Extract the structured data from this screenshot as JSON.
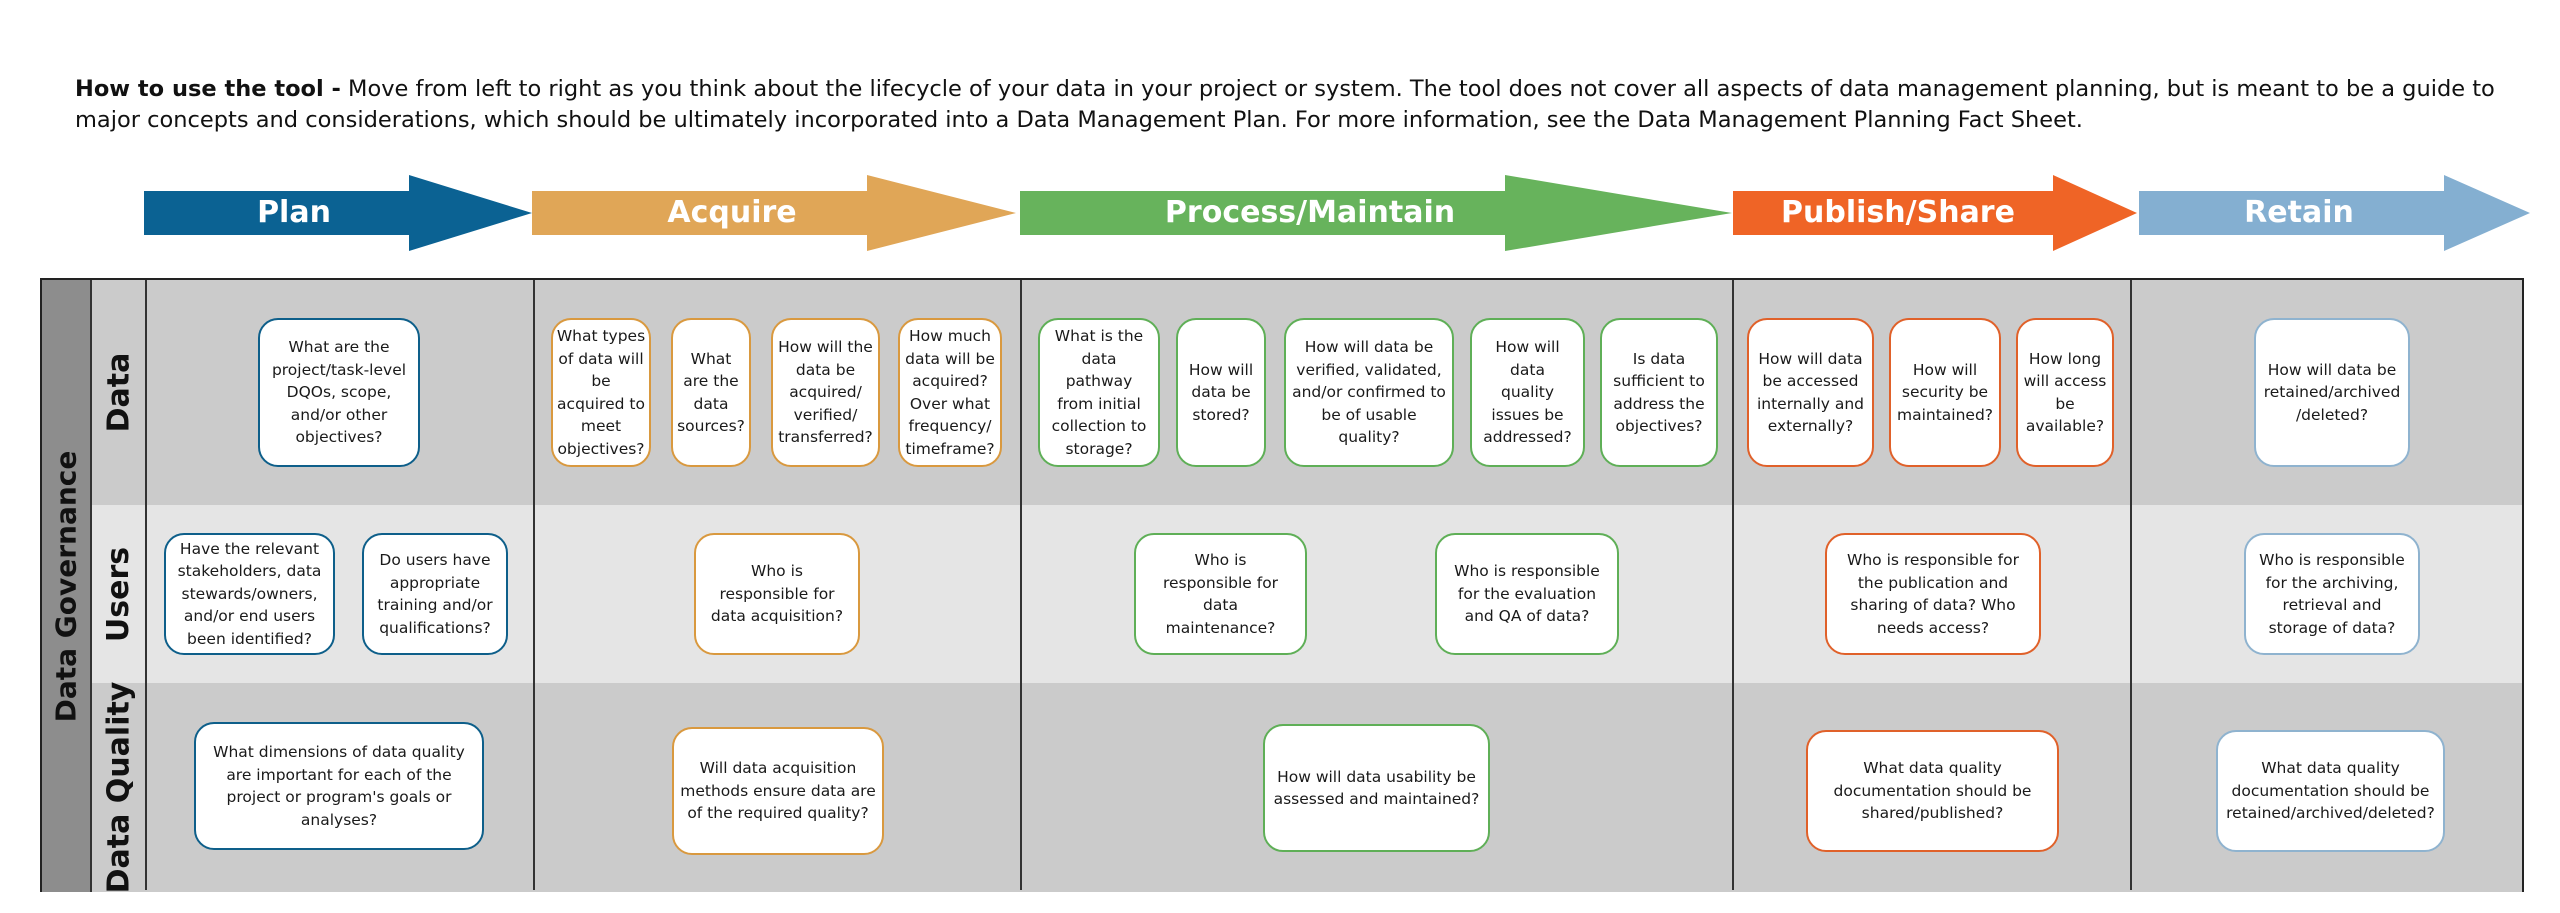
{
  "intro": {
    "bold": "How to use the tool -",
    "text": " Move from left to right as you think about the lifecycle of your data in your project or system. The tool does not cover all aspects of data management planning, but is meant to be a guide to major concepts and considerations, which should be ultimately incorporated into a Data Management Plan. For more information, see the Data Management Planning Fact Sheet."
  },
  "colors": {
    "plan": "#0b6293",
    "acquire": "#e0a657",
    "process": "#67b35c",
    "publish": "#ef6426",
    "retain": "#84afd1",
    "band_dark": "#cbcbcb",
    "band_light": "#e5e5e5",
    "governance": "#8d8d8d"
  },
  "stages": {
    "plan": "Plan",
    "acquire": "Acquire",
    "process": "Process/Maintain",
    "publish": "Publish/Share",
    "retain": "Retain"
  },
  "rows": {
    "governance": "Data Governance",
    "data": "Data",
    "users": "Users",
    "quality": "Data Quality"
  },
  "cards": {
    "plan_data": "What are the project/task-level DQOs, scope, and/or other objectives?",
    "plan_users_1": "Have the relevant stakeholders, data stewards/owners, and/or end users been identified?",
    "plan_users_2": "Do users have appropriate training and/or qualifications?",
    "plan_quality": "What dimensions of data quality are important for each of the project or program's goals or analyses?",
    "acq_data_1": "What types of data will be acquired to meet objectives?",
    "acq_data_2": "What are the data sources?",
    "acq_data_3": "How will the data be acquired/ verified/ transferred?",
    "acq_data_4": "How much data will be acquired? Over what frequency/ timeframe?",
    "acq_users": "Who is responsible for data acquisition?",
    "acq_quality": "Will data acquisition methods ensure data are of the required quality?",
    "pro_data_1": "What is the data pathway from initial collection to storage?",
    "pro_data_2": "How will data be stored?",
    "pro_data_3": "How will data be verified, validated, and/or confirmed to be of usable quality?",
    "pro_data_4": "How will data quality issues be addressed?",
    "pro_data_5": "Is data sufficient to address the objectives?",
    "pro_users_1": "Who is responsible for data maintenance?",
    "pro_users_2": "Who is responsible for the evaluation and QA of data?",
    "pro_quality": "How will data usability be assessed and maintained?",
    "pub_data_1": "How will data be accessed internally and externally?",
    "pub_data_2": "How will security be maintained?",
    "pub_data_3": "How long will access be available?",
    "pub_users": "Who is responsible for the publication and sharing of data? Who needs access?",
    "pub_quality": "What data quality documentation should be shared/published?",
    "ret_data": "How will data be retained/archived /deleted?",
    "ret_users": "Who is responsible for the archiving, retrieval and storage of data?",
    "ret_quality": "What data quality documentation should be retained/archived/deleted?"
  }
}
